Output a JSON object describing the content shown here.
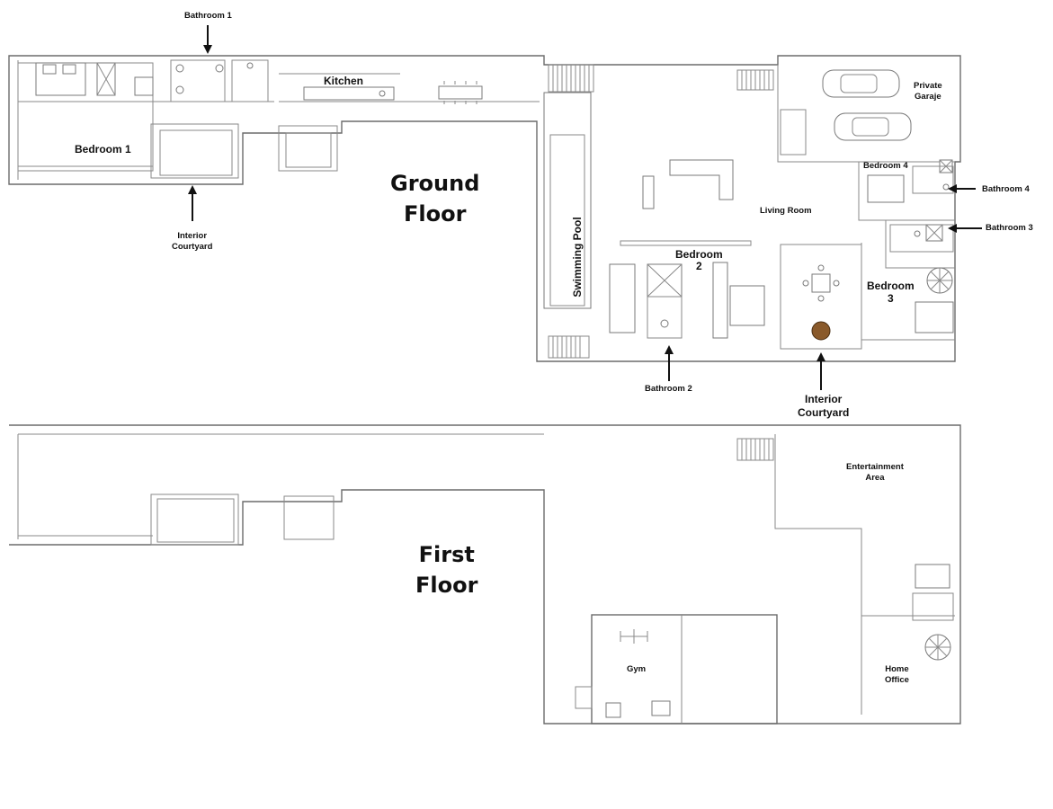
{
  "ground_floor": {
    "title_line1": "Ground",
    "title_line2": "Floor",
    "rooms": {
      "bathroom_1": "Bathroom 1",
      "kitchen": "Kitchen",
      "private_garage_line1": "Private",
      "private_garage_line2": "Garaje",
      "bedroom_1": "Bedroom 1",
      "interior_courtyard_left_line1": "Interior",
      "interior_courtyard_left_line2": "Courtyard",
      "swimming_pool": "Swimming Pool",
      "living_room": "Living Room",
      "bedroom_4": "Bedroom 4",
      "bathroom_4": "Bathroom 4",
      "bathroom_3": "Bathroom 3",
      "bedroom_2_line1": "Bedroom",
      "bedroom_2_line2": "2",
      "bedroom_3_line1": "Bedroom",
      "bedroom_3_line2": "3",
      "bathroom_2": "Bathroom 2",
      "interior_courtyard_right_line1": "Interior",
      "interior_courtyard_right_line2": "Courtyard"
    }
  },
  "first_floor": {
    "title_line1": "First",
    "title_line2": "Floor",
    "rooms": {
      "entertainment_line1": "Entertainment",
      "entertainment_line2": "Area",
      "gym": "Gym",
      "home_office_line1": "Home",
      "home_office_line2": "Office"
    }
  },
  "colors": {
    "wall": "#6b6b6b",
    "text": "#111111",
    "background": "#ffffff"
  }
}
